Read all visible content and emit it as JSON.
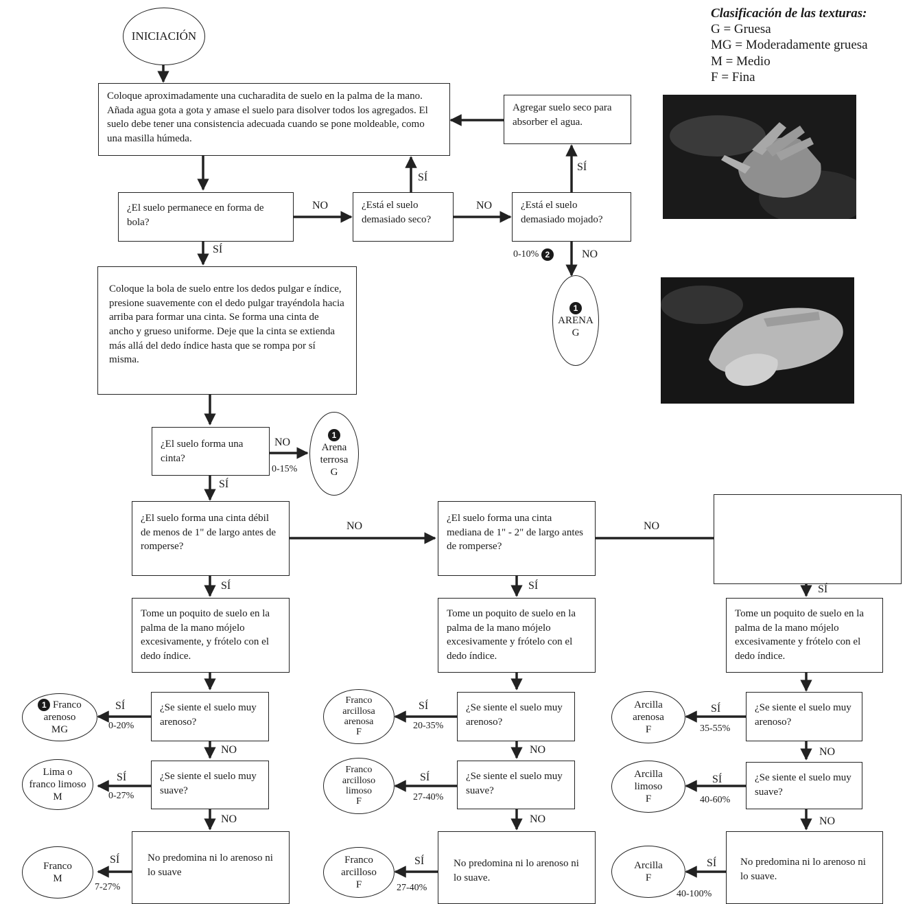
{
  "legend": {
    "title": "Clasificación de las texturas:",
    "items": [
      "G = Gruesa",
      "MG = Moderadamente gruesa",
      "M = Medio",
      "F = Fina"
    ]
  },
  "start": "INICIACIÓN",
  "steps": {
    "moisten": "Coloque aproximadamente una cucharadita de suelo en la palma de la mano. Añada agua gota a gota y amase el suelo para disolver todos los agregados. El suelo debe tener una consistencia adecuada cuando se pone moldeable, como una masilla húmeda.",
    "add_dry": "Agregar suelo seco para absorber el agua.",
    "q_ball": "¿El suelo permanece en forma de bola?",
    "q_dry": "¿Está el suelo demasiado seco?",
    "q_wet": "¿Está el suelo demasiado mojado?",
    "ribbon_instr": "Coloque la bola de suelo entre los dedos pulgar e índice, presione suavemente con el dedo pulgar trayéndola hacia arriba para formar una cinta. Se forma una cinta de ancho y grueso uniforme. Deje que la cinta se extienda más allá del dedo índice hasta que se rompa por sí misma.",
    "q_ribbon": "¿El suelo forma una cinta?"
  },
  "columns": [
    {
      "question": "¿El suelo forma una cinta débil de menos de 1\" de largo antes de romperse?",
      "rub": "Tome un poquito de suelo en la palma de la mano mójelo excesivamente, y frótelo con el dedo índice.",
      "q_sandy": "¿Se siente el suelo muy arenoso?",
      "q_smooth": "¿Se siente el suelo muy suave?",
      "neither": "No predomina ni lo arenoso ni lo suave",
      "out_sandy": {
        "badge": "1",
        "line1": "Franco",
        "line2": "arenoso",
        "line3": "MG",
        "pct": "0-20%"
      },
      "out_smooth": {
        "line1": "Lima o",
        "line2": "franco limoso",
        "line3": "M",
        "pct": "0-27%"
      },
      "out_neither": {
        "line1": "Franco",
        "line2": "M",
        "pct": "7-27%"
      }
    },
    {
      "question": "¿El suelo forma una cinta mediana de 1\" - 2\" de largo antes de romperse?",
      "rub": "Tome un poquito de suelo en la palma de la mano mójelo excesivamente y frótelo con el dedo índice.",
      "q_sandy": "¿Se siente el suelo muy arenoso?",
      "q_smooth": "¿Se siente el suelo muy suave?",
      "neither": "No predomina ni lo arenoso ni lo suave.",
      "out_sandy": {
        "line1": "Franco",
        "line2": "arcillosa",
        "line3": "arenosa",
        "line4": "F",
        "pct": "20-35%"
      },
      "out_smooth": {
        "line1": "Franco",
        "line2": "arcilloso",
        "line3": "limoso",
        "line4": "F",
        "pct": "27-40%"
      },
      "out_neither": {
        "line1": "Franco",
        "line2": "arcilloso",
        "line3": "F",
        "pct": "27-40%"
      }
    },
    {
      "rub": "Tome un poquito de suelo en la palma de la mano mójelo excesivamente y frótelo con el dedo índice.",
      "q_sandy": "¿Se siente el suelo muy arenoso?",
      "q_smooth": "¿Se siente el suelo muy suave?",
      "neither": "No predomina ni lo arenoso ni lo suave.",
      "out_sandy": {
        "line1": "Arcilla",
        "line2": "arenosa",
        "line3": "F",
        "pct": "35-55%"
      },
      "out_smooth": {
        "line1": "Arcilla",
        "line2": "limoso",
        "line3": "F",
        "pct": "40-60%"
      },
      "out_neither": {
        "line1": "Arcilla",
        "line2": "F",
        "pct": "40-100%"
      }
    }
  ],
  "outcomes": {
    "arena": {
      "badge": "1",
      "line1": "ARENA",
      "line2": "G",
      "pct": "0-10%",
      "pct_badge": "2"
    },
    "arena_terrosa": {
      "badge": "1",
      "line1": "Arena",
      "line2": "terrosa",
      "line3": "G",
      "pct": "0-15%"
    }
  },
  "labels": {
    "yes": "SÍ",
    "no": "NO"
  },
  "colors": {
    "line": "#222222",
    "photo_bg": "#161616"
  }
}
